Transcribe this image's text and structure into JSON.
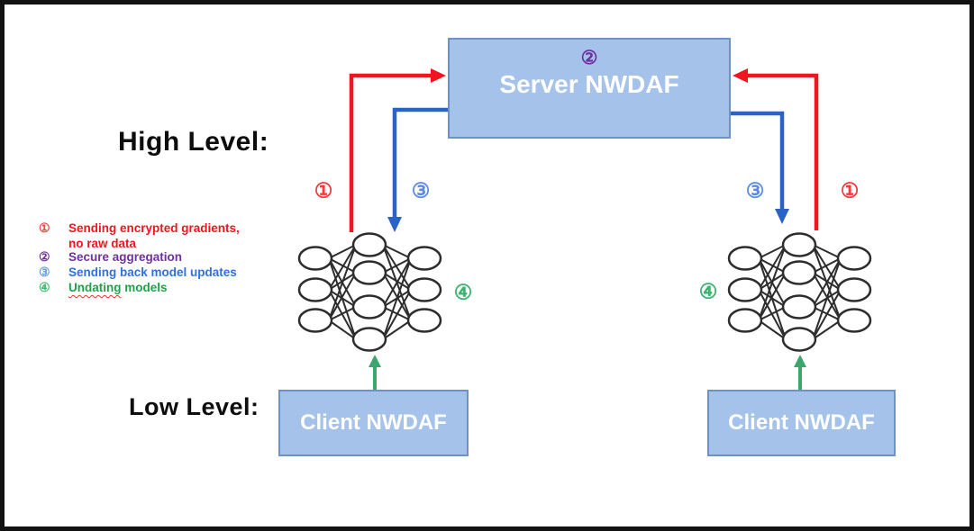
{
  "diagram": {
    "high_level_label": "High Level:",
    "low_level_label": "Low Level:",
    "server": {
      "badge": "②",
      "label": "Server NWDAF"
    },
    "clients": {
      "left_label": "Client NWDAF",
      "right_label": "Client NWDAF"
    },
    "flow_labels": {
      "left_red": "①",
      "left_blue": "③",
      "right_blue": "③",
      "right_red": "①",
      "left_green": "④",
      "right_green": "④"
    },
    "legend": {
      "items": [
        {
          "num": "①",
          "line1": "Sending encrypted gradients,",
          "line2": "no raw data"
        },
        {
          "num": "②",
          "line1": "Secure aggregation"
        },
        {
          "num": "③",
          "line1": "Sending back model updates"
        },
        {
          "num": "④",
          "misspelled": "Undating",
          "rest": " models"
        }
      ]
    },
    "colors": {
      "red_arrow": "#F2151F",
      "purple": "#7030A0",
      "blue_arrow": "#2A62C6",
      "blue_light": "#6C9BEE",
      "blue_text": "#2E70E0",
      "green_arrow": "#3BA56B",
      "green_text": "#1FA24B",
      "box_fill": "#A5C2EB",
      "box_border": "#6E92C8"
    }
  }
}
